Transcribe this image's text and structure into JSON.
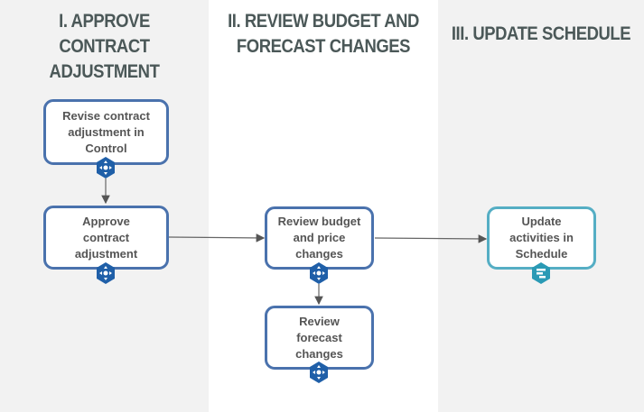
{
  "lanes": [
    {
      "title_line1": "I. APPROVE CONTRACT",
      "title_line2": "ADJUSTMENT"
    },
    {
      "title_line1": "II. REVIEW BUDGET AND",
      "title_line2": "FORECAST CHANGES"
    },
    {
      "title_line1": "III. UPDATE SCHEDULE",
      "title_line2": ""
    }
  ],
  "steps": [
    {
      "label": "Revise contract adjustment in Control",
      "icon": "control-hex-icon"
    },
    {
      "label": "Approve contract adjustment",
      "icon": "control-hex-icon"
    },
    {
      "label": "Review budget and price changes",
      "icon": "control-hex-icon"
    },
    {
      "label": "Review forecast changes",
      "icon": "control-hex-icon"
    },
    {
      "label": "Update activities in Schedule",
      "icon": "schedule-hex-icon"
    }
  ],
  "colors": {
    "blue": "#4a72ad",
    "teal": "#55aec4",
    "hex_blue": "#1f5fa8",
    "hex_teal": "#2a9ab5"
  }
}
